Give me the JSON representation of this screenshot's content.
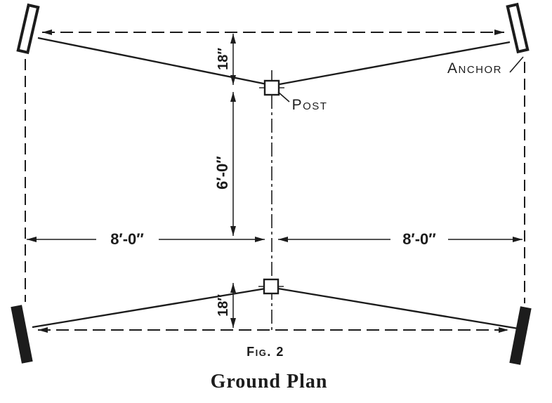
{
  "figure": {
    "caption": "Fig. 2",
    "title": "Ground Plan"
  },
  "labels": {
    "anchor": "Anchor",
    "post": "Post"
  },
  "dimensions": {
    "top_post_offset": "18″",
    "post_to_center": "6′-0″",
    "bottom_post_offset": "18″",
    "left_half_width": "8′-0″",
    "right_half_width": "8′-0″"
  },
  "colors": {
    "ink": "#1c1c1c",
    "paper": "#ffffff"
  }
}
